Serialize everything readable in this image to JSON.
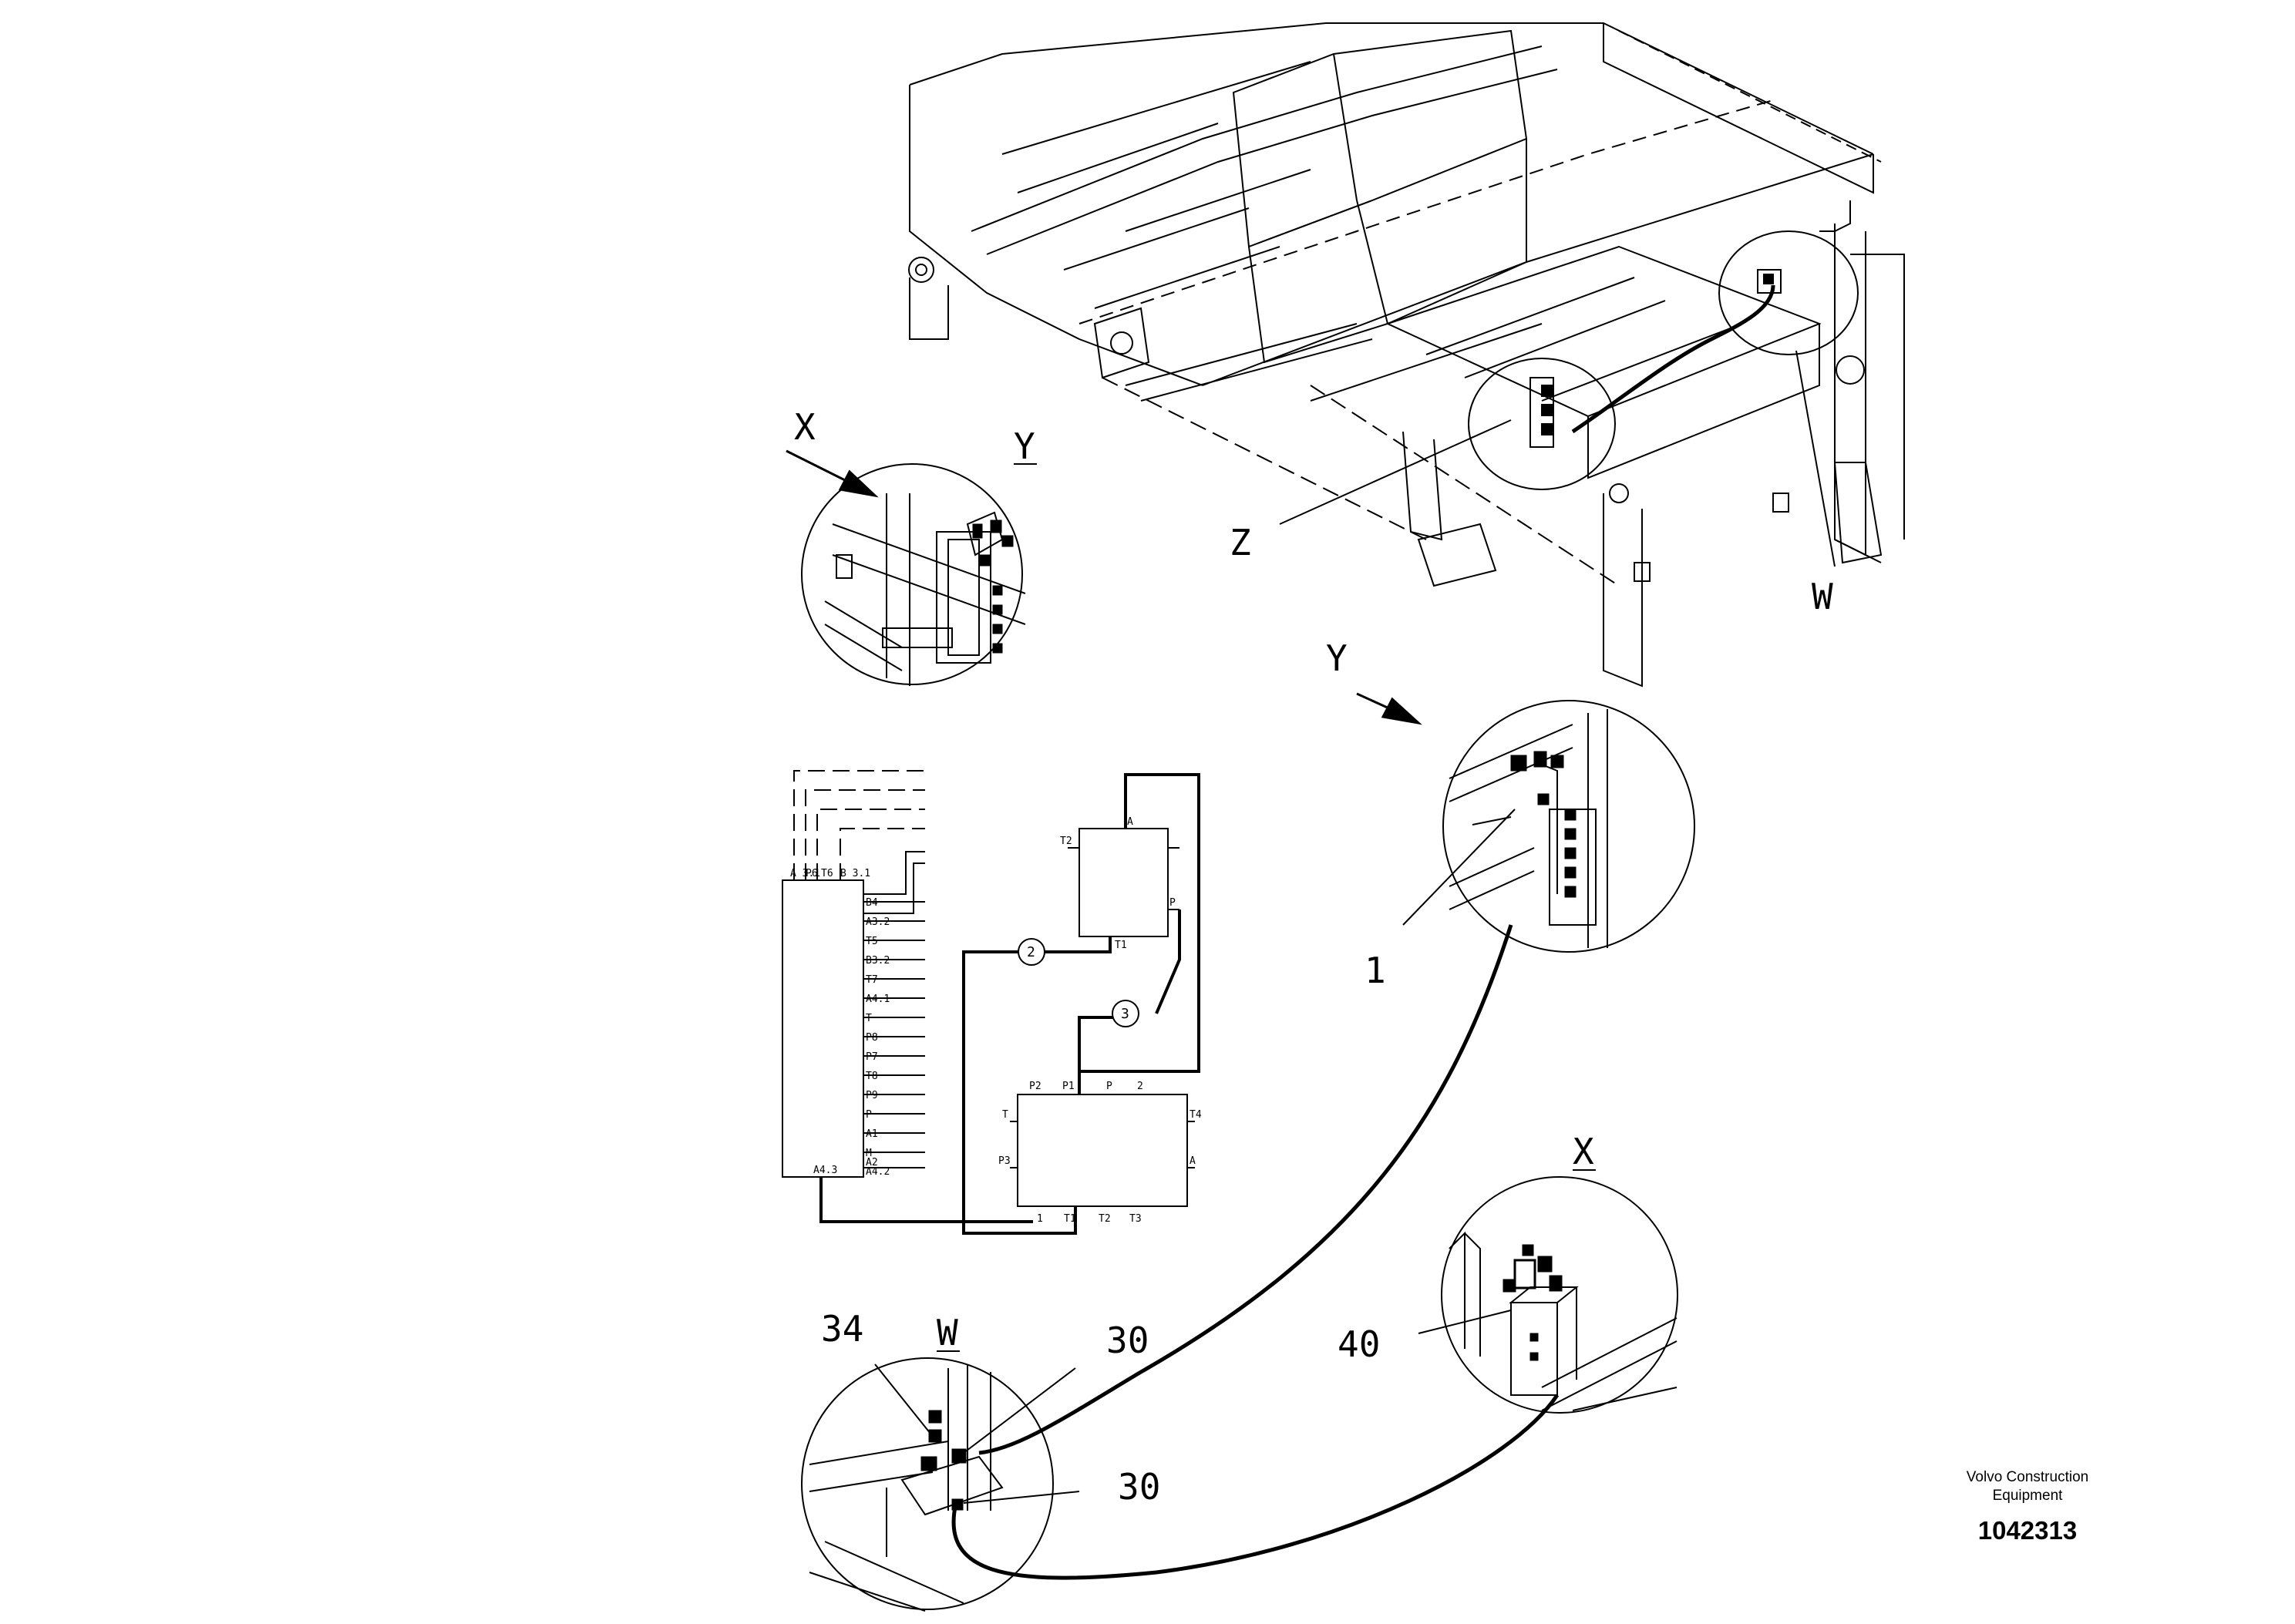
{
  "callouts": {
    "x_top": "X",
    "y_top": "Y",
    "z": "Z",
    "w_top": "W",
    "y_arrow": "Y",
    "one": "1",
    "x_detail": "X",
    "forty": "40",
    "thirty_four": "34",
    "w_detail": "W",
    "thirty_a": "30",
    "thirty_b": "30"
  },
  "schematic": {
    "left_block_top_ports": [
      "A\n3.1",
      "P6",
      "T6",
      "B\n3.1"
    ],
    "left_block_side_ports": [
      "B4",
      "A3.2",
      "T5",
      "B3.2",
      "T7",
      "A4.1",
      "T",
      "P8",
      "P7",
      "T8",
      "P9",
      "P",
      "A1",
      "M",
      "A2",
      "A4.2"
    ],
    "left_block_bottom_port": "A4.3",
    "top_block_ports": {
      "top": "A",
      "left": "T2",
      "right_p": "P",
      "bottom": "T1"
    },
    "bottom_block_ports": {
      "top": [
        "P2",
        "P1",
        "P",
        "2"
      ],
      "left": [
        "T",
        "P3"
      ],
      "right": [
        "T4",
        "A"
      ],
      "bottom": [
        "1",
        "T1",
        "T2",
        "T3"
      ]
    },
    "balloons": [
      "2",
      "3"
    ]
  },
  "publisher": {
    "line1": "Volvo Construction",
    "line2": "Equipment",
    "drawing_number": "1042313"
  }
}
